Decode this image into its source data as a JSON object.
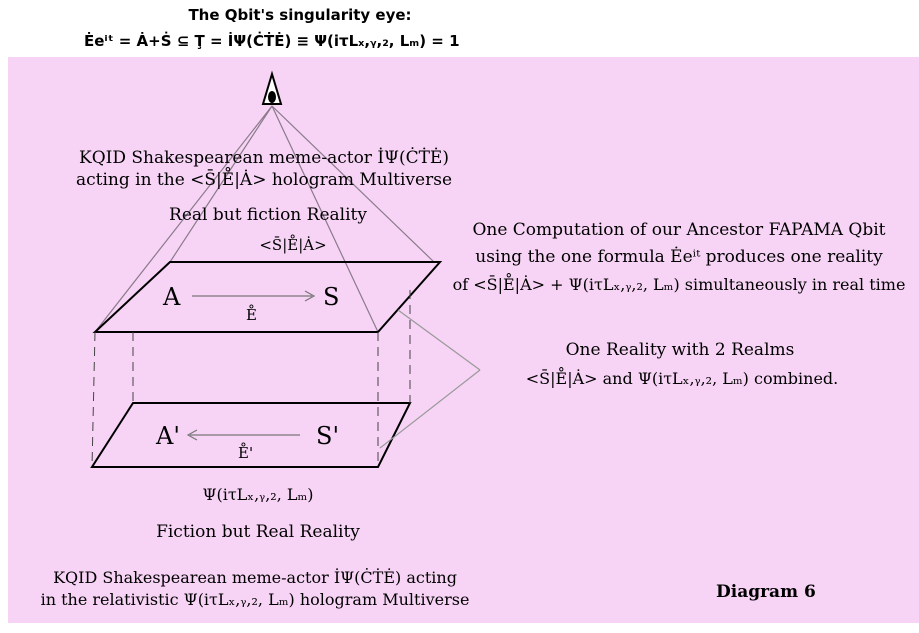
{
  "header": {
    "title": "The Qbit's singularity eye:",
    "formula": "Ėeⁱᵗ = Ȧ+Ṡ ⊆ Ţ = İΨ(ĊṪĖ) ≡ Ψ(iτLₓ,ᵧ,₂, Lₘ) = 1"
  },
  "top_realm": {
    "actor_line1": "KQID Shakespearean meme-actor İΨ(ĊṪĖ)",
    "actor_line2": "acting in the <S̄|E̊|Ȧ> hologram Multiverse",
    "name": "Real but fiction Reality",
    "ket": "<S̄|E̊|Ȧ>",
    "node_a": "A",
    "node_s": "S",
    "edge_label": "E̊"
  },
  "bottom_realm": {
    "node_a": "A'",
    "node_s": "S'",
    "edge_label": "E̊'",
    "psi": "Ψ(iτLₓ,ᵧ,₂, Lₘ)",
    "name": "Fiction but Real Reality",
    "actor_line1": "KQID Shakespearean meme-actor İΨ(ĊṪĖ) acting",
    "actor_line2": "in the relativistic Ψ(iτLₓ,ᵧ,₂, Lₘ)  hologram Multiverse"
  },
  "computation": {
    "line1": "One Computation of our Ancestor FAPAMA Qbit",
    "line2": "using the one formula Ėeⁱᵗ produces one reality",
    "line3": "of <S̄|E̊|Ȧ> + Ψ(iτLₓ,ᵧ,₂, Lₘ) simultaneously in real time"
  },
  "realms": {
    "line1": "One Reality with 2 Realms",
    "line2": "<S̄|E̊|Ȧ> and Ψ(iτLₓ,ᵧ,₂, Lₘ) combined."
  },
  "caption": "Diagram 6"
}
